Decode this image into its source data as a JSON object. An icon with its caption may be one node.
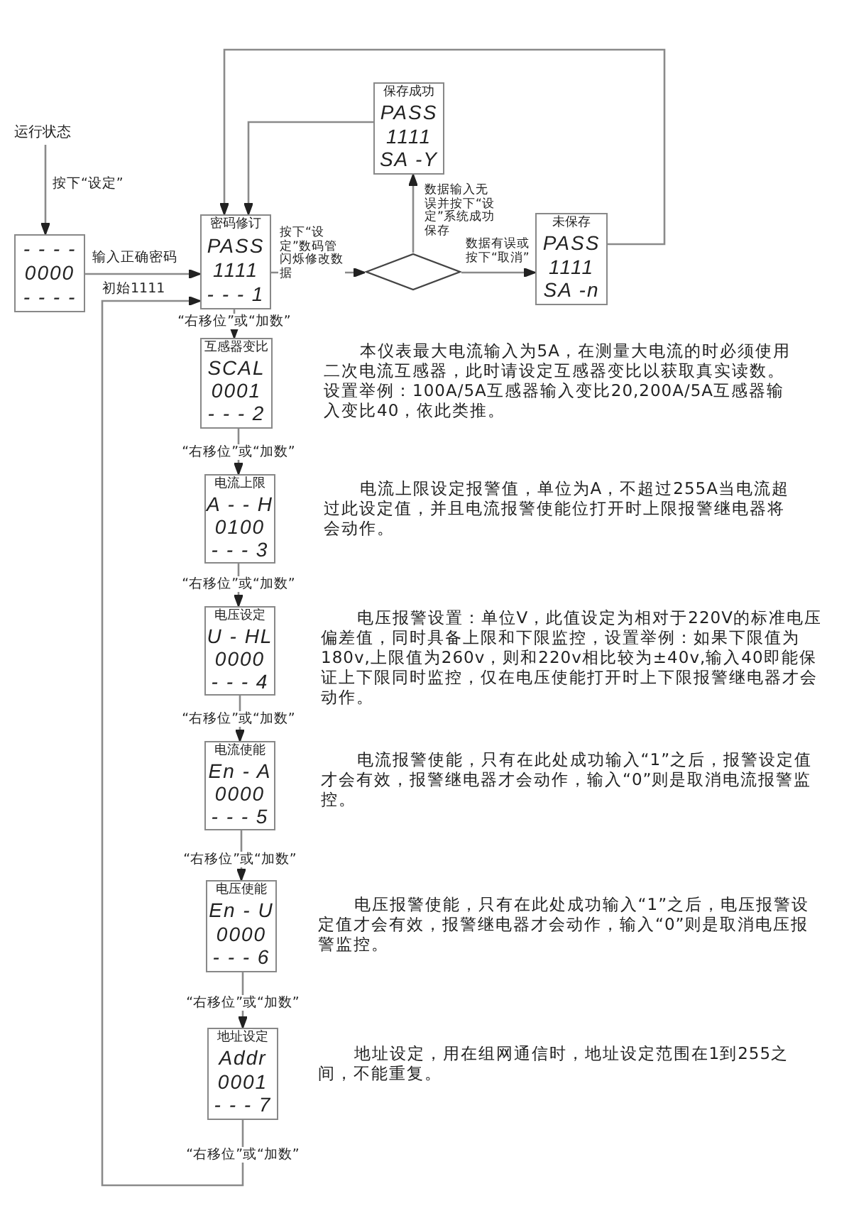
{
  "diagram": {
    "nodes": [
      {
        "text": [
          "运行状态"
        ]
      },
      {
        "text": [
          "- - - -",
          "0000",
          "- - - -"
        ]
      },
      {
        "text": [
          "密码修订",
          "PASS",
          "1111",
          "- - - 1"
        ]
      },
      {
        "text": [],
        "shape": "diamond"
      },
      {
        "text": [
          "保存成功",
          "PASS",
          "1111",
          "SA -Y"
        ]
      },
      {
        "text": [
          "未保存",
          "PASS",
          "1111",
          "SA -n"
        ]
      },
      {
        "text": [
          "互感器变比",
          "SCAL",
          "0001",
          "- - - 2"
        ],
        "beside": [
          "本仪表最大电流输入为5A，在测量大电流的时必须使用二次电流互感器，此时请设定互感器变比以获取真实读数。设置举例：100A/5A互感器输入变比20,200A/5A互感器输入变比40，依此类推。"
        ]
      },
      {
        "text": [
          "电流上限",
          "A - - H",
          "0100",
          "- - - 3"
        ],
        "beside": [
          "电流上限设定报警值，单位为A，不超过255A当电流超过此设定值，并且电流报警使能位打开时上限报警继电器将会动作。"
        ]
      },
      {
        "text": [
          "电压设定",
          "U - HL",
          "0000",
          "- - - 4"
        ],
        "beside": [
          "电压报警设置：单位V，此值设定为相对于220V的标准电压偏差值，同时具备上限和下限监控，设置举例：如果下限值为180v,上限值为260v，则和220v相比较为±40v,输入40即能保证上下限同时监控，仅在电压使能打开时上下限报警继电器才会动作。"
        ]
      },
      {
        "text": [
          "电流使能",
          "En - A",
          "0000",
          "- - - 5"
        ],
        "beside": [
          "电流报警使能，只有在此处成功输入“1”之后，报警设定值才会有效，报警继电器才会动作，输入“0”则是取消电流报警监控。"
        ]
      },
      {
        "text": [
          "电压使能",
          "En - U",
          "0000",
          "- - - 6"
        ],
        "beside": [
          "电压报警使能，只有在此处成功输入“1”之后，电压报警设定值才会有效，报警继电器才会动作，输入“0”则是取消电压报警监控。"
        ]
      },
      {
        "text": [
          "地址设定",
          "Addr",
          "0001",
          "- - - 7"
        ],
        "beside": [
          "地址设定，用在组网通信时，地址设定范围在1到255之间，不能重复。"
        ]
      }
    ],
    "edges": [
      {
        "from": 0,
        "to": 1,
        "arrow": "to",
        "label": "按下“设定”"
      },
      {
        "from": 1,
        "to": 2,
        "arrow": "to",
        "label": "输入正确密码"
      },
      {
        "from": 2,
        "to": 3,
        "arrow": "to",
        "label": "按下“设定”数码管闪烁修改数据"
      },
      {
        "from": 3,
        "to": 4,
        "arrow": "to",
        "label": "数据输入无误并按下“设定”系统成功保存"
      },
      {
        "from": 3,
        "to": 5,
        "arrow": "to",
        "label": "数据有误或按下“取消”"
      },
      {
        "from": 4,
        "to": 2,
        "arrow": "to"
      },
      {
        "from": 5,
        "to": 2,
        "arrow": "to"
      },
      {
        "from": 2,
        "to": 6,
        "arrow": "to",
        "label": "“右移位”或“加数”"
      },
      {
        "from": 6,
        "to": 7,
        "arrow": "to",
        "label": "“右移位”或“加数”"
      },
      {
        "from": 7,
        "to": 8,
        "arrow": "to",
        "label": "“右移位”或“加数”"
      },
      {
        "from": 8,
        "to": 9,
        "arrow": "to",
        "label": "“右移位”或“加数”"
      },
      {
        "from": 9,
        "to": 10,
        "arrow": "to",
        "label": "“右移位”或“加数”"
      },
      {
        "from": 10,
        "to": 11,
        "arrow": "to",
        "label": "“右移位”或“加数”"
      },
      {
        "from": 11,
        "to": 2,
        "arrow": "to",
        "label": "“右移位”或“加数”"
      }
    ],
    "labels": [
      "初始1111"
    ]
  }
}
